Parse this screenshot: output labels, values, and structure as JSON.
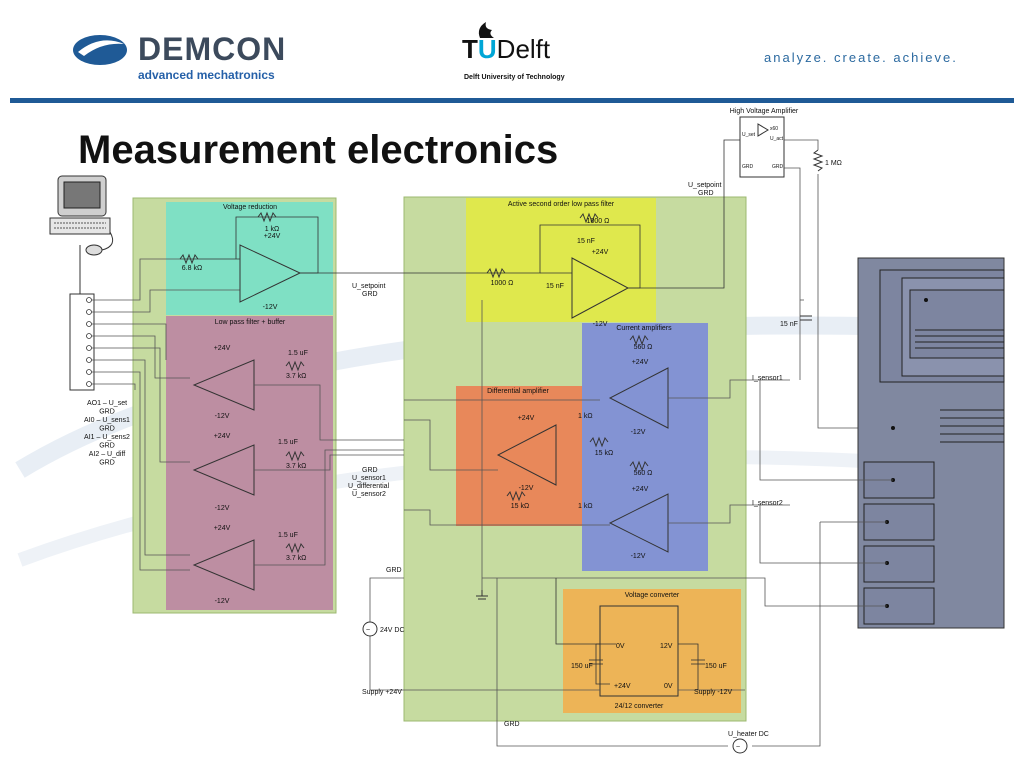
{
  "header": {
    "brand": "DEMCON",
    "brand_sub": "advanced mechatronics",
    "tud_brand_t": "T",
    "tud_brand_u": "U",
    "tud_brand_rest": "Delft",
    "tud_sub": "Delft University of Technology",
    "tagline": "analyze. create. achieve."
  },
  "title": "Measurement electronics",
  "blocks": {
    "voltage_reduction": "Voltage reduction",
    "lowpass_buffer": "Low pass filter + buffer",
    "active_lpf": "Active second order low pass filter",
    "current_amps": "Current amplifiers",
    "diff_amp": "Differential amplifier",
    "voltage_converter": "Voltage converter",
    "hv_amp": "High Voltage Amplifier",
    "converter_name": "24/12 converter"
  },
  "daq_labels": [
    "AO1 – U_set",
    "GRD",
    "AI0 – U_sens1",
    "GRD",
    "AI1 – U_sens2",
    "GRD",
    "AI2 – U_diff",
    "GRD"
  ],
  "signals": {
    "u_setpoint": "U_setpoint",
    "grd": "GRD",
    "u_sensor1": "U_sensor1",
    "u_differential": "U_differential",
    "u_sensor2": "U_sensor2",
    "i_sensor1": "I_sensor1",
    "i_sensor2": "I_sensor2",
    "u_heater": "U_heater DC",
    "supply_24": "Supply +24V",
    "supply_m12": "Supply -12V",
    "dc24": "24V DC",
    "u_set": "U_set",
    "u_act": "U_act",
    "x60": "x60"
  },
  "components": {
    "r1k": "1 kΩ",
    "r68k": "6.8 kΩ",
    "r1000": "1000 Ω",
    "c15n": "15 nF",
    "c15u": "1.5 uF",
    "r37k": "3.7 kΩ",
    "r560": "560 Ω",
    "r15k": "15 kΩ",
    "c150u": "150 uF",
    "r1M": "1 MΩ",
    "v24": "+24V",
    "vm12": "-12V",
    "v0": "0V",
    "v12": "12V"
  }
}
